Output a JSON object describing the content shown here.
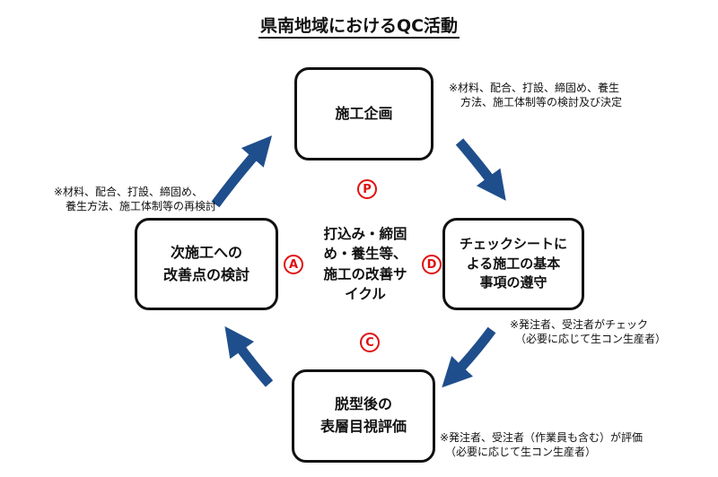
{
  "title": "県南地域におけるQC活動",
  "boxes": {
    "plan": {
      "lines": [
        "施工企画"
      ]
    },
    "do": {
      "lines": [
        "チェックシートに",
        "よる施工の基本",
        "事項の遵守"
      ]
    },
    "check": {
      "lines": [
        "脱型後の",
        "表層目視評価"
      ]
    },
    "act": {
      "lines": [
        "次施工への",
        "改善点の検討"
      ]
    }
  },
  "center": {
    "lines": [
      "打込み・締固",
      "め・養生等、",
      "施工の改善サ",
      "イクル"
    ]
  },
  "letters": {
    "p": "P",
    "d": "D",
    "c": "C",
    "a": "A"
  },
  "notes": {
    "plan": [
      "※材料、配合、打設、締固め、養生",
      "方法、施工体制等の検討及び決定"
    ],
    "act": [
      "※材料、配合、打設、締固め、",
      "養生方法、施工体制等の再検討"
    ],
    "do": [
      "※発注者、受注者がチェック",
      "（必要に応じて生コン生産者）"
    ],
    "check": [
      "※発注者、受注者（作業員も含む）が評価",
      "（必要に応じて生コン生産者）"
    ]
  },
  "colors": {
    "arrow": "#1f4e8c",
    "letter": "#e01010",
    "border": "#111111"
  }
}
